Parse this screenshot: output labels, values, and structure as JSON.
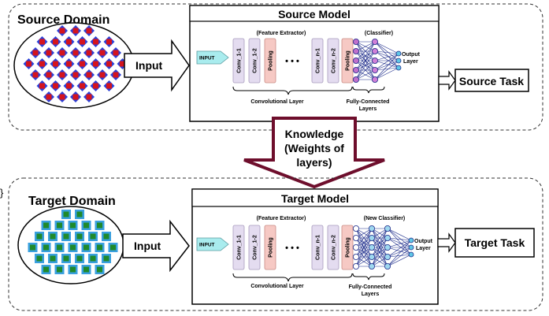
{
  "top": {
    "domain_label": "Source Domain",
    "input_label": "Input",
    "model_title": "Source Model",
    "feature_extractor": "(Feature Extractor)",
    "classifier": "(Classifier)",
    "input_tag": "INPUT",
    "blocks": [
      "Conv_1-1",
      "Conv_1-2",
      "Pooling",
      "Conv_n-1",
      "Conv_n-2",
      "Pooling"
    ],
    "ellipsis": "• • •",
    "output_layer": [
      "Output",
      "Layer"
    ],
    "conv_layer": "Convolutional Layer",
    "fc_layers": [
      "Fully-Connected",
      "Layers"
    ],
    "task": "Source Task"
  },
  "knowledge": [
    "Knowledge",
    "(Weights of",
    "layers)"
  ],
  "stray_brace": "}",
  "bottom": {
    "domain_label": "Target Domain",
    "input_label": "Input",
    "model_title": "Target Model",
    "feature_extractor": "(Feature Extractor)",
    "classifier": "(New Classifier)",
    "input_tag": "INPUT",
    "blocks": [
      "Conv_1-1",
      "Conv_1-2",
      "Pooling",
      "Conv_n-1",
      "Conv_n-2",
      "Pooling"
    ],
    "ellipsis": "• • •",
    "output_layer": [
      "Output",
      "Layer"
    ],
    "conv_layer": "Convolutional Layer",
    "fc_layers": [
      "Fully-Connected",
      "Layers"
    ],
    "task": "Target Task"
  },
  "colors": {
    "source_bg": "#2b3fd6",
    "source_marker": "#d4141e",
    "target_bg": "#3aa0df",
    "target_marker": "#1f8a2a",
    "arrow_maroon": "#6e0e2c",
    "conv_fill": "#e4dcf0",
    "pool_fill": "#f6c9c4",
    "input_tag_fill": "#a9ecee"
  }
}
